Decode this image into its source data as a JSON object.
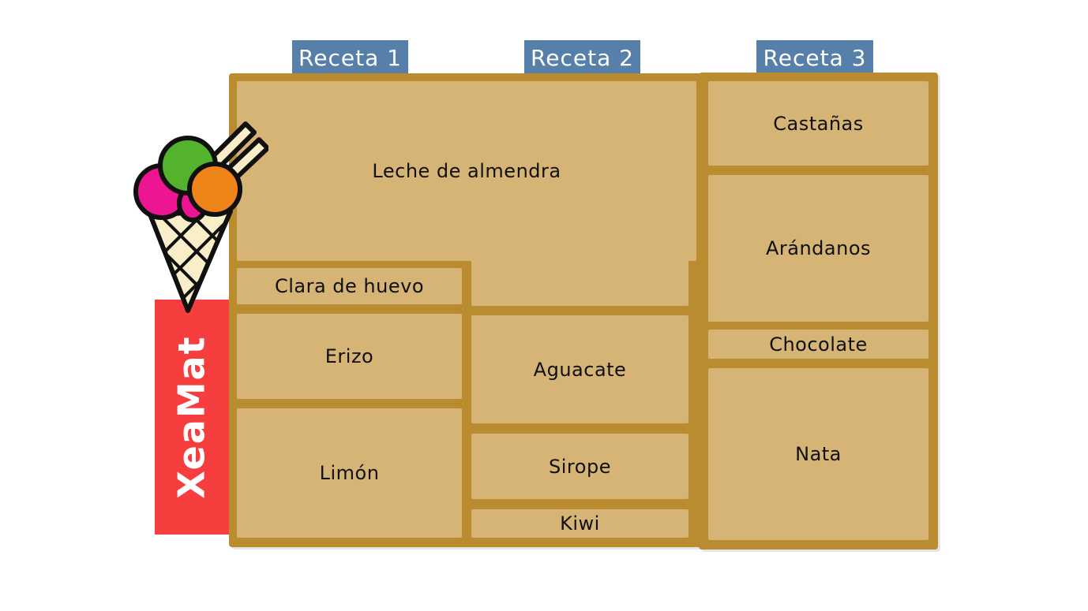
{
  "brand": {
    "label": "XeaMat",
    "banner_color": "#f73e3e",
    "logo_icon": "ice-cream-cone-icon",
    "logo_colors": {
      "scoop_pink": "#ee1593",
      "scoop_green": "#54b32c",
      "scoop_orange": "#ef8418",
      "cone_cream": "#faeec9",
      "outline": "#101010"
    }
  },
  "tabs": [
    {
      "label": "Receta 1"
    },
    {
      "label": "Receta 2"
    },
    {
      "label": "Receta 3"
    }
  ],
  "cells": {
    "leche": "Leche de almendra",
    "clara": "Clara de huevo",
    "erizo": "Erizo",
    "limon": "Limón",
    "aguacate": "Aguacate",
    "sirope": "Sirope",
    "kiwi": "Kiwi",
    "castanas": "Castañas",
    "arandanos": "Arándanos",
    "chocolate": "Chocolate",
    "nata": "Nata"
  },
  "recipes": [
    {
      "name": "Receta 1",
      "ingredients": [
        "Leche de almendra",
        "Clara de huevo",
        "Erizo",
        "Limón"
      ]
    },
    {
      "name": "Receta 2",
      "ingredients": [
        "Leche de almendra",
        "Aguacate",
        "Sirope",
        "Kiwi"
      ]
    },
    {
      "name": "Receta 3",
      "ingredients": [
        "Castañas",
        "Arándanos",
        "Chocolate",
        "Nata"
      ]
    }
  ],
  "colors": {
    "tab_blue": "#567fa9",
    "board_frame": "#b88c2f",
    "board_cell": "#d5b475",
    "text": "#101010",
    "background": "#ffffff"
  }
}
